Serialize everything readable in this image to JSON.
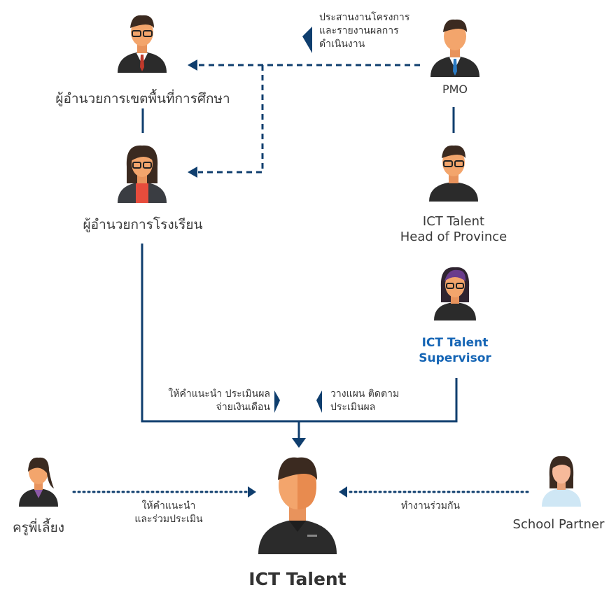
{
  "colors": {
    "line": "#0f3e6e",
    "accent_blue": "#1565b5",
    "suit_black": "#2b2b2b",
    "skin": "#f3a56c",
    "hair": "#3b2a20"
  },
  "nodes": {
    "area_director": {
      "label": "ผู้อำนวยการเขตพื้นที่การศึกษา",
      "icon": "male-glasses-suit-red-tie"
    },
    "school_director": {
      "label": "ผู้อำนวยการโรงเรียน",
      "icon": "female-glasses-suit"
    },
    "pmo": {
      "label": "PMO",
      "icon": "male-suit-blue-tie"
    },
    "head_of_province": {
      "label_line1": "ICT Talent",
      "label_line2": "Head of Province",
      "icon": "male-glasses-polo"
    },
    "supervisor": {
      "label_line1": "ICT Talent",
      "label_line2": "Supervisor",
      "icon": "female-glasses-polo"
    },
    "mentor_teacher": {
      "label": "ครูพี่เลี้ยง",
      "icon": "female-ponytail-suit"
    },
    "ict_talent": {
      "label": "ICT Talent",
      "icon": "male-polo-large"
    },
    "school_partner": {
      "label": "School Partner",
      "icon": "female-light-blue-shirt"
    }
  },
  "notes": {
    "pmo_coordinate": [
      "ประสานงานโครงการ",
      "และรายงานผลการ",
      "ดำเนินงาน"
    ],
    "advise_evaluate_pay": [
      "ให้คำแนะนำ ประเมินผล",
      "จ่ายเงินเดือน"
    ],
    "plan_follow_evaluate": [
      "วางแผน ติดตาม",
      "ประเมินผล"
    ],
    "advise_coevaluate": [
      "ให้คำแนะนำ",
      "และร่วมประเมิน"
    ],
    "work_together": [
      "ทำงานร่วมกัน"
    ]
  }
}
